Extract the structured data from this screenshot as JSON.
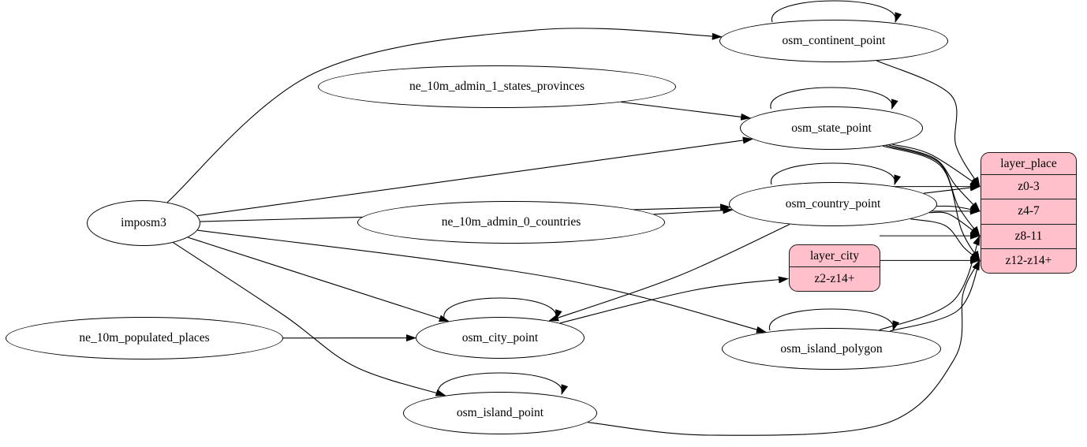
{
  "diagram": {
    "background_color": "#ffffff",
    "table_fill_color": "#ffffff",
    "layer_fill_color": "#ffc0cb",
    "stroke_color": "#000000",
    "nodes": [
      {
        "id": "imposm3",
        "label": "imposm3",
        "shape": "ellipse",
        "role": "importer"
      },
      {
        "id": "ne_10m_admin_1_states_provinces",
        "label": "ne_10m_admin_1_states_provinces",
        "shape": "ellipse",
        "role": "data-source"
      },
      {
        "id": "ne_10m_admin_0_countries",
        "label": "ne_10m_admin_0_countries",
        "shape": "ellipse",
        "role": "data-source"
      },
      {
        "id": "ne_10m_populated_places",
        "label": "ne_10m_populated_places",
        "shape": "ellipse",
        "role": "data-source"
      },
      {
        "id": "osm_continent_point",
        "label": "osm_continent_point",
        "shape": "ellipse",
        "self_loop": true
      },
      {
        "id": "osm_state_point",
        "label": "osm_state_point",
        "shape": "ellipse",
        "self_loop": true
      },
      {
        "id": "osm_country_point",
        "label": "osm_country_point",
        "shape": "ellipse",
        "self_loop": true
      },
      {
        "id": "osm_city_point",
        "label": "osm_city_point",
        "shape": "ellipse",
        "self_loop": true
      },
      {
        "id": "osm_island_polygon",
        "label": "osm_island_polygon",
        "shape": "ellipse",
        "self_loop": true
      },
      {
        "id": "osm_island_point",
        "label": "osm_island_point",
        "shape": "ellipse",
        "self_loop": true
      }
    ],
    "records": [
      {
        "id": "layer_city",
        "header": "layer_city",
        "rows": [
          {
            "id": "z2",
            "label": "z2-z14+"
          }
        ]
      },
      {
        "id": "layer_place",
        "header": "layer_place",
        "rows": [
          {
            "id": "z0_3",
            "label": "z0-3"
          },
          {
            "id": "z4_7",
            "label": "z4-7"
          },
          {
            "id": "z8_11",
            "label": "z8-11"
          },
          {
            "id": "z12_z14",
            "label": "z12-z14+"
          }
        ]
      }
    ],
    "edges": [
      {
        "from": "imposm3",
        "to": "osm_continent_point"
      },
      {
        "from": "imposm3",
        "to": "osm_state_point"
      },
      {
        "from": "imposm3",
        "to": "osm_country_point"
      },
      {
        "from": "imposm3",
        "to": "osm_city_point"
      },
      {
        "from": "imposm3",
        "to": "osm_island_polygon"
      },
      {
        "from": "imposm3",
        "to": "osm_island_point"
      },
      {
        "from": "ne_10m_admin_1_states_provinces",
        "to": "osm_state_point"
      },
      {
        "from": "ne_10m_admin_0_countries",
        "to": "osm_country_point"
      },
      {
        "from": "ne_10m_populated_places",
        "to": "osm_city_point"
      },
      {
        "from": "osm_continent_point",
        "to": "osm_continent_point"
      },
      {
        "from": "osm_state_point",
        "to": "osm_state_point"
      },
      {
        "from": "osm_country_point",
        "to": "osm_country_point"
      },
      {
        "from": "osm_city_point",
        "to": "osm_city_point"
      },
      {
        "from": "osm_island_polygon",
        "to": "osm_island_polygon"
      },
      {
        "from": "osm_island_point",
        "to": "osm_island_point"
      },
      {
        "from": "osm_continent_point",
        "to": "layer_place",
        "port": "z0_3"
      },
      {
        "from": "osm_state_point",
        "to": "layer_place",
        "port": "z0_3"
      },
      {
        "from": "osm_state_point",
        "to": "layer_place",
        "port": "z4_7"
      },
      {
        "from": "osm_state_point",
        "to": "layer_place",
        "port": "z8_11"
      },
      {
        "from": "osm_state_point",
        "to": "layer_place",
        "port": "z12_z14"
      },
      {
        "from": "osm_country_point",
        "to": "layer_place",
        "port": "z0_3"
      },
      {
        "from": "osm_country_point",
        "to": "layer_place",
        "port": "z4_7"
      },
      {
        "from": "osm_country_point",
        "to": "layer_place",
        "port": "z8_11"
      },
      {
        "from": "osm_country_point",
        "to": "layer_place",
        "port": "z12_z14"
      },
      {
        "from": "osm_country_point",
        "to": "osm_city_point"
      },
      {
        "from": "osm_city_point",
        "to": "layer_city",
        "port": "z2"
      },
      {
        "from": "layer_city",
        "to": "layer_place",
        "port": "z0_3"
      },
      {
        "from": "layer_city",
        "to": "layer_place",
        "port": "z4_7"
      },
      {
        "from": "layer_city",
        "to": "layer_place",
        "port": "z8_11"
      },
      {
        "from": "layer_city",
        "to": "layer_place",
        "port": "z12_z14"
      },
      {
        "from": "osm_island_polygon",
        "to": "layer_place",
        "port": "z8_11"
      },
      {
        "from": "osm_island_polygon",
        "to": "layer_place",
        "port": "z12_z14"
      },
      {
        "from": "osm_island_point",
        "to": "layer_place",
        "port": "z12_z14"
      }
    ]
  }
}
